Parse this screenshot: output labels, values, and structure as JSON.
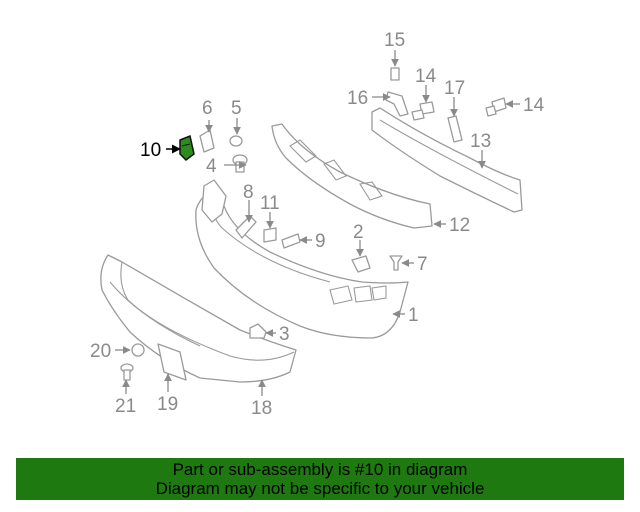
{
  "callouts": {
    "c1": "1",
    "c2": "2",
    "c3": "3",
    "c4": "4",
    "c5": "5",
    "c6": "6",
    "c7": "7",
    "c8": "8",
    "c9": "9",
    "c10": "10",
    "c11": "11",
    "c12": "12",
    "c13": "13",
    "c14a": "14",
    "c14b": "14",
    "c15": "15",
    "c16": "16",
    "c17": "17",
    "c18": "18",
    "c19": "19",
    "c20": "20",
    "c21": "21"
  },
  "highlighted_part": "10",
  "colors": {
    "banner": "#1e7a10",
    "highlight_part": "#2e8b1e",
    "line_art": "#9a9a9a"
  },
  "banner": {
    "line1": "Part or sub-assembly is #10 in diagram",
    "line2": "Diagram may not be specific to your vehicle"
  }
}
